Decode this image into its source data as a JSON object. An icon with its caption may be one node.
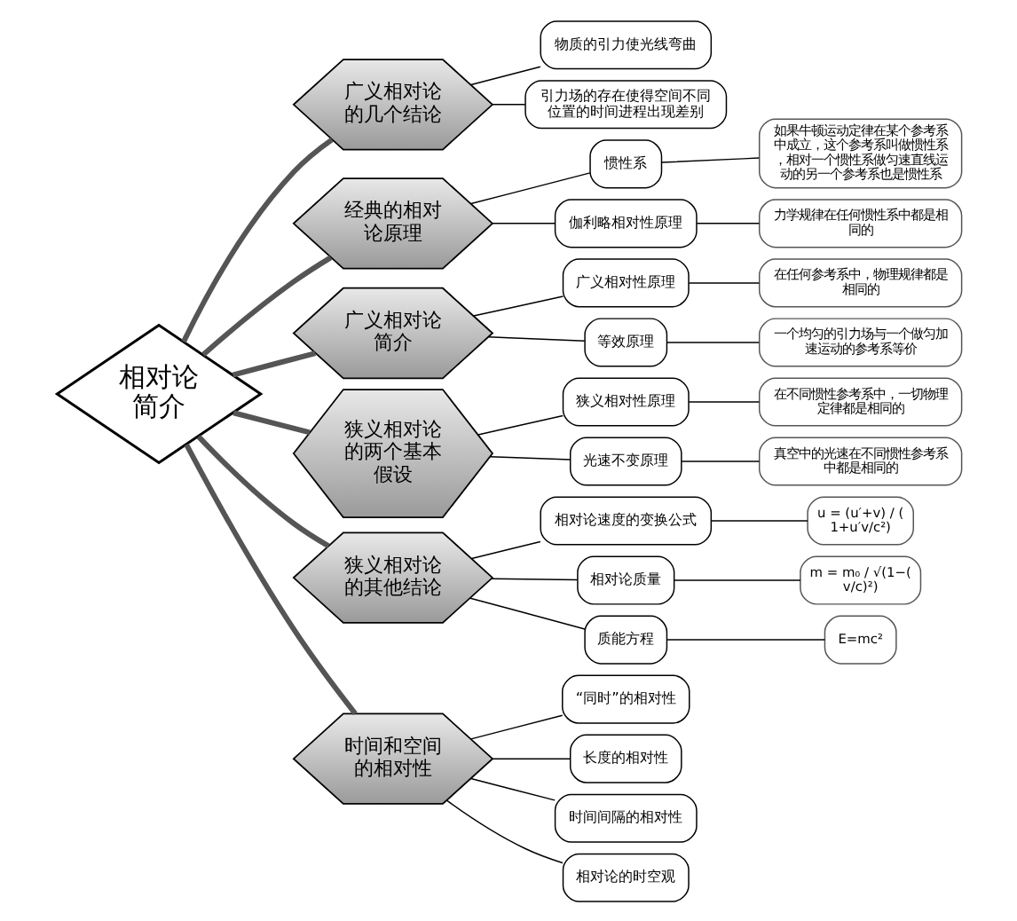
{
  "diagram": {
    "nodes": [
      {
        "text": [
          "相对论简介"
        ]
      },
      {
        "text": [
          "广义相对论的几个结论"
        ]
      },
      {
        "text": [
          "物质的引力使光线弯曲"
        ]
      },
      {
        "text": [
          "引力场的存在使得空间不同位置的时间进程出现差别"
        ]
      },
      {
        "text": [
          "经典的相对论原理"
        ]
      },
      {
        "text": [
          "惯性系"
        ]
      },
      {
        "text": [
          "如果牛顿运动定律在某个参考系中成立，这个参考系叫做惯性系，相对一个惯性系做匀速直线运动的另一个参考系也是惯性系"
        ]
      },
      {
        "text": [
          "伽利略相对性原理"
        ]
      },
      {
        "text": [
          "力学规律在任何惯性系中都是相同的"
        ]
      },
      {
        "text": [
          "广义相对论简介"
        ]
      },
      {
        "text": [
          "广义相对性原理"
        ]
      },
      {
        "text": [
          "在任何参考系中，物理规律都是相同的"
        ]
      },
      {
        "text": [
          "等效原理"
        ]
      },
      {
        "text": [
          "一个均匀的引力场与一个做匀加速运动的参考系等价"
        ]
      },
      {
        "text": [
          "狭义相对性原理"
        ]
      },
      {
        "text": [
          "在不同惯性参考系中，一切物理定律都是相同的"
        ]
      },
      {
        "text": [
          "光速不变原理"
        ]
      },
      {
        "text": [
          "真空中的光速在不同惯性参考系中都是相同的"
        ]
      },
      {
        "text": [
          "狭义相对论的两个基本假设"
        ]
      },
      {
        "text": [
          "狭义相对论的其他结论"
        ]
      },
      {
        "text": [
          "相对论速度的变换公式"
        ]
      },
      {
        "text": [
          "u = (u′+v) / (1+u′v/c²)"
        ]
      },
      {
        "text": [
          "相对论质量"
        ]
      },
      {
        "text": [
          "m = m₀ / √(1−(v/c)²)"
        ]
      },
      {
        "text": [
          "质能方程"
        ]
      },
      {
        "text": [
          "E=mc²"
        ]
      },
      {
        "text": [
          "时间和空间的相对性"
        ]
      },
      {
        "text": [
          "“同时”的相对性"
        ]
      },
      {
        "text": [
          "长度的相对性"
        ]
      },
      {
        "text": [
          "时间间隔的相对性"
        ]
      },
      {
        "text": [
          "相对论的时空观"
        ]
      }
    ],
    "edges": [
      {
        "from": 0,
        "to": 1,
        "arrow": "none",
        "style": "thick"
      },
      {
        "from": 1,
        "to": 2,
        "arrow": "none"
      },
      {
        "from": 1,
        "to": 3,
        "arrow": "none"
      },
      {
        "from": 0,
        "to": 4,
        "arrow": "none",
        "style": "thick"
      },
      {
        "from": 4,
        "to": 5,
        "arrow": "none"
      },
      {
        "from": 5,
        "to": 6,
        "arrow": "none"
      },
      {
        "from": 4,
        "to": 7,
        "arrow": "none"
      },
      {
        "from": 7,
        "to": 8,
        "arrow": "none"
      },
      {
        "from": 0,
        "to": 9,
        "arrow": "none",
        "style": "thick"
      },
      {
        "from": 9,
        "to": 10,
        "arrow": "none"
      },
      {
        "from": 10,
        "to": 11,
        "arrow": "none"
      },
      {
        "from": 9,
        "to": 12,
        "arrow": "none"
      },
      {
        "from": 12,
        "to": 13,
        "arrow": "none"
      },
      {
        "from": 0,
        "to": 18,
        "arrow": "none",
        "style": "thick"
      },
      {
        "from": 18,
        "to": 14,
        "arrow": "none"
      },
      {
        "from": 14,
        "to": 15,
        "arrow": "none"
      },
      {
        "from": 18,
        "to": 16,
        "arrow": "none"
      },
      {
        "from": 16,
        "to": 17,
        "arrow": "none"
      },
      {
        "from": 0,
        "to": 19,
        "arrow": "none",
        "style": "thick"
      },
      {
        "from": 19,
        "to": 20,
        "arrow": "none"
      },
      {
        "from": 20,
        "to": 21,
        "arrow": "none"
      },
      {
        "from": 19,
        "to": 22,
        "arrow": "none"
      },
      {
        "from": 22,
        "to": 23,
        "arrow": "none"
      },
      {
        "from": 19,
        "to": 24,
        "arrow": "none"
      },
      {
        "from": 24,
        "to": 25,
        "arrow": "none"
      },
      {
        "from": 0,
        "to": 26,
        "arrow": "none",
        "style": "thick"
      },
      {
        "from": 26,
        "to": 27,
        "arrow": "none"
      },
      {
        "from": 26,
        "to": 28,
        "arrow": "none"
      },
      {
        "from": 26,
        "to": 29,
        "arrow": "none"
      },
      {
        "from": 26,
        "to": 30,
        "arrow": "none"
      }
    ]
  }
}
